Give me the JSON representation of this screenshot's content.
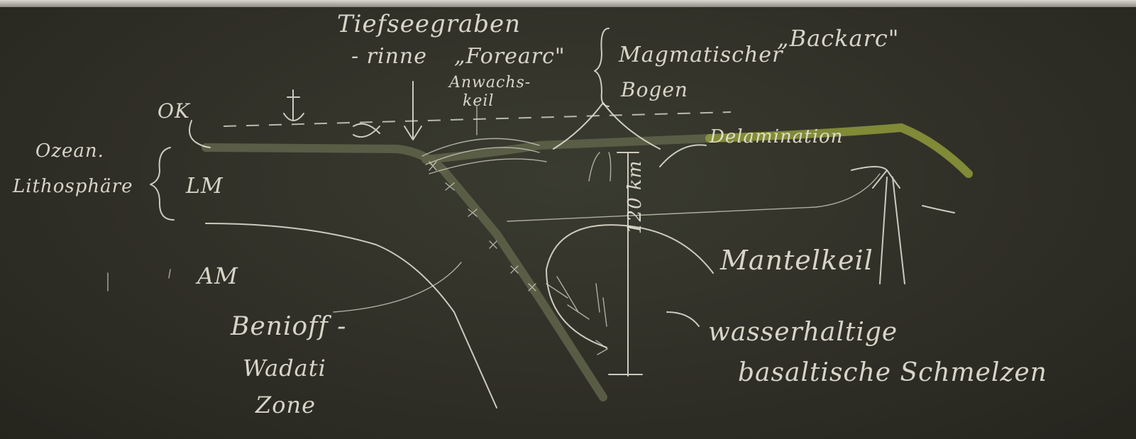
{
  "labels": {
    "tiefseegraben": "Tiefseegraben",
    "rinne": "- rinne",
    "forearc": "„Forearc\"",
    "anwachskeil_1": "Anwachs-",
    "anwachskeil_2": "keil",
    "magmatischer": "Magmatischer",
    "bogen": "Bogen",
    "backarc": "„Backarc\"",
    "ok": "OK",
    "ozean": "Ozean.",
    "lithosphaere": "Lithosphäre",
    "lm": "LM",
    "am": "AM",
    "delamination": "Delamination",
    "depth": "120 km",
    "mantelkeil": "Mantelkeil",
    "benioff_1": "Benioff -",
    "benioff_2": "Wadati",
    "benioff_3": "Zone",
    "schmelze_1": "wasserhaltige",
    "schmelze_2": "basaltische Schmelzen"
  }
}
